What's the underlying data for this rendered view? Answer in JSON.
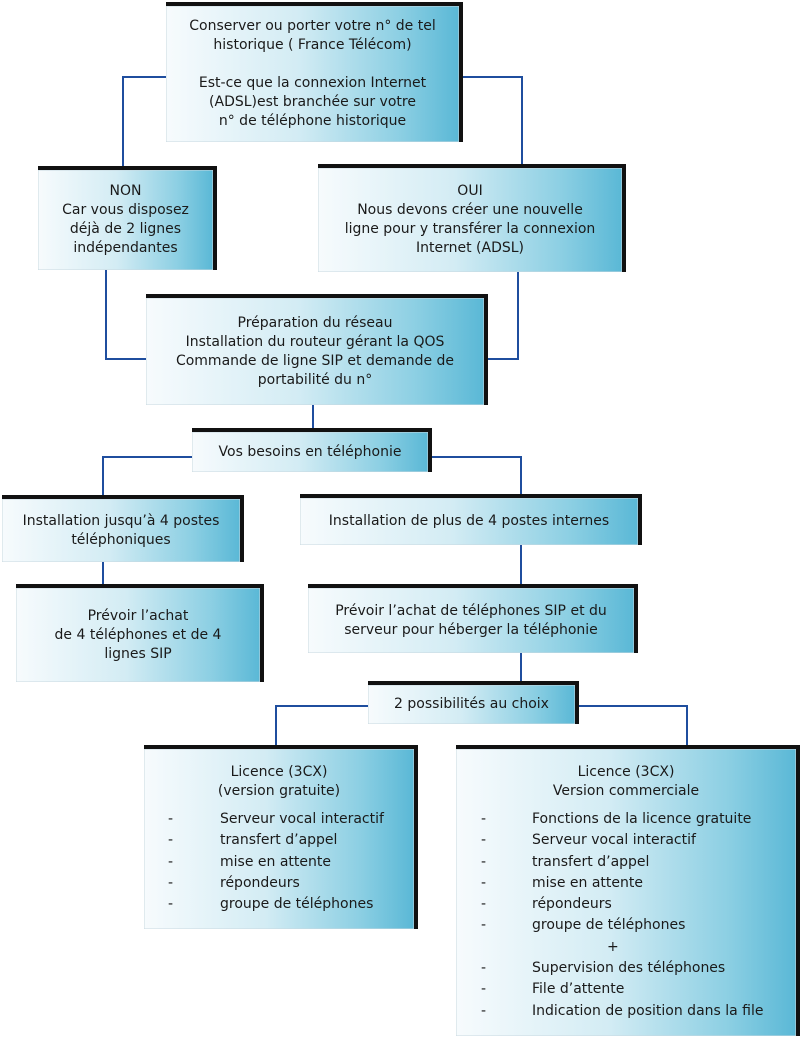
{
  "top": {
    "line1": "Conserver ou porter votre n° de tel",
    "line2": "historique ( France Télécom)",
    "line3": "Est-ce que la connexion  Internet",
    "line4": "(ADSL)est branchée sur votre",
    "line5": "n° de téléphone historique"
  },
  "non": {
    "line1": "NON",
    "line2": "Car vous disposez",
    "line3": "déjà de 2 lignes",
    "line4": "indépendantes"
  },
  "oui": {
    "line1": "OUI",
    "line2": "Nous devons créer une nouvelle",
    "line3": "ligne pour y transférer la connexion",
    "line4": "Internet (ADSL)"
  },
  "prep": {
    "line1": "Préparation du réseau",
    "line2": "Installation du routeur gérant la QOS",
    "line3": "Commande de ligne SIP et demande de",
    "line4": "portabilité du n°"
  },
  "besoins": {
    "label": "Vos besoins en téléphonie"
  },
  "install4": {
    "line1": "Installation jusqu’à 4 postes",
    "line2": "téléphoniques"
  },
  "installplus": {
    "label": "Installation de plus de 4 postes internes"
  },
  "achat4": {
    "line1": "Prévoir l’achat",
    "line2": "de 4 téléphones et de 4",
    "line3": "lignes SIP"
  },
  "achatsip": {
    "line1": "Prévoir l’achat de téléphones SIP et du",
    "line2": "serveur pour héberger la téléphonie"
  },
  "possibilites": {
    "label": "2 possibilités au choix"
  },
  "free": {
    "title1": "Licence (3CX)",
    "title2": "(version gratuite)",
    "items": [
      "Serveur vocal interactif",
      "transfert d’appel",
      "mise en attente",
      "répondeurs",
      "groupe de téléphones"
    ]
  },
  "commercial": {
    "title1": "Licence (3CX)",
    "title2": "Version commerciale",
    "items": [
      "Fonctions de la licence gratuite",
      "Serveur vocal interactif",
      "transfert d’appel",
      "mise en attente",
      "répondeurs",
      "groupe de téléphones"
    ],
    "plus": "+",
    "items2": [
      "Supervision des téléphones",
      "File d’attente",
      "Indication de position dans la file"
    ]
  },
  "dash": "-",
  "colors": {
    "connector": "#1f4e9e",
    "gradient_end": "#5ab8d6",
    "border": "#111111"
  }
}
